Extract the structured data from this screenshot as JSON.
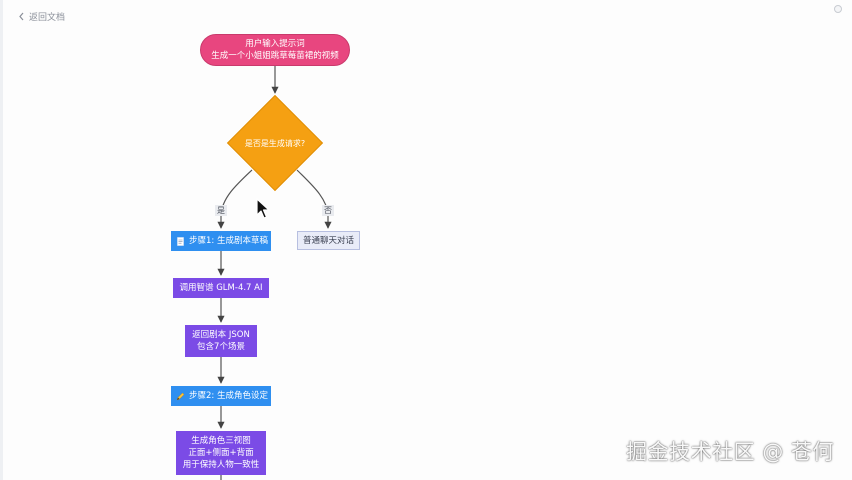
{
  "header": {
    "back_label": "返回文档"
  },
  "flowchart": {
    "start": {
      "line1": "用户输入提示词",
      "line2": "生成一个小姐姐跳草莓苗裙的视频"
    },
    "decision": {
      "label": "是否是生成请求?"
    },
    "edges": {
      "yes": "是",
      "no": "否"
    },
    "step1": {
      "icon": "document-icon",
      "label": "步骤1: 生成剧本草稿"
    },
    "chat": {
      "label": "普通聊天对话"
    },
    "api_call": {
      "label": "调用智谱 GLM-4.7 AI"
    },
    "json_return": {
      "line1": "返回剧本 JSON",
      "line2": "包含7个场景"
    },
    "step2": {
      "icon": "pencil-icon",
      "label": "步骤2: 生成角色设定"
    },
    "character_views": {
      "line1": "生成角色三视图",
      "line2": "正面+侧面+背面",
      "line3": "用于保持人物一致性"
    }
  },
  "watermark": {
    "text": "掘金技术社区 @ 苍何"
  },
  "colors": {
    "start_node": "#e8467f",
    "decision_node": "#f5a012",
    "step_node": "#2f8ff0",
    "process_node": "#7b4be6",
    "chat_node": "#e9ecf8",
    "connector": "#555555"
  }
}
